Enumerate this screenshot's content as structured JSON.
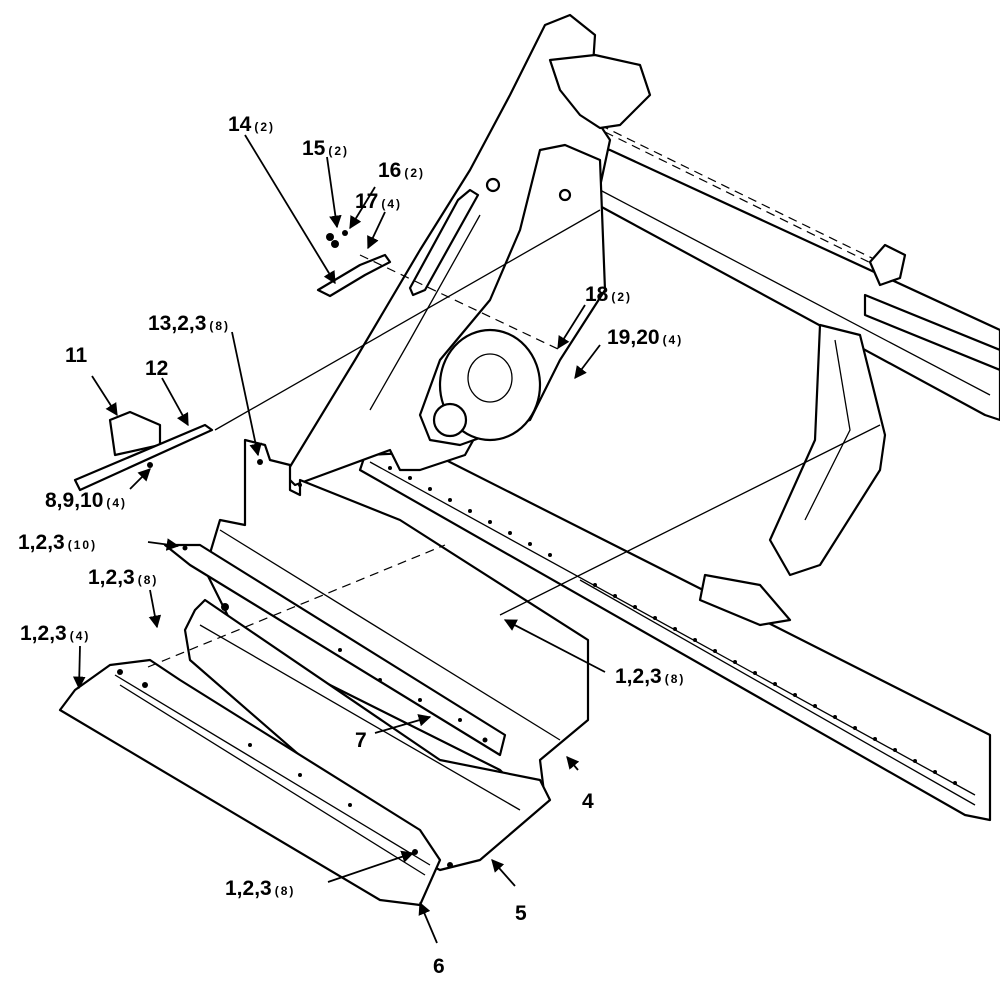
{
  "callouts": {
    "c14": {
      "text": "14",
      "qty": "(2)"
    },
    "c15": {
      "text": "15",
      "qty": "(2)"
    },
    "c16": {
      "text": "16",
      "qty": "(2)"
    },
    "c17": {
      "text": "17",
      "qty": "(4)"
    },
    "c13": {
      "text": "13,2,3",
      "qty": "(8)"
    },
    "c18": {
      "text": "18",
      "qty": "(2)"
    },
    "c19": {
      "text": "19,20",
      "qty": "(4)"
    },
    "c11": {
      "text": "11",
      "qty": ""
    },
    "c12": {
      "text": "12",
      "qty": ""
    },
    "c8": {
      "text": "8,9,10",
      "qty": "(4)"
    },
    "c1a": {
      "text": "1,2,3",
      "qty": "(10)"
    },
    "c1b": {
      "text": "1,2,3",
      "qty": "(8)"
    },
    "c1c": {
      "text": "1,2,3",
      "qty": "(4)"
    },
    "c1d": {
      "text": "1,2,3",
      "qty": "(8)"
    },
    "c7": {
      "text": "7",
      "qty": ""
    },
    "c4": {
      "text": "4",
      "qty": ""
    },
    "c1e": {
      "text": "1,2,3",
      "qty": "(8)"
    },
    "c5": {
      "text": "5",
      "qty": ""
    },
    "c6": {
      "text": "6",
      "qty": ""
    }
  }
}
